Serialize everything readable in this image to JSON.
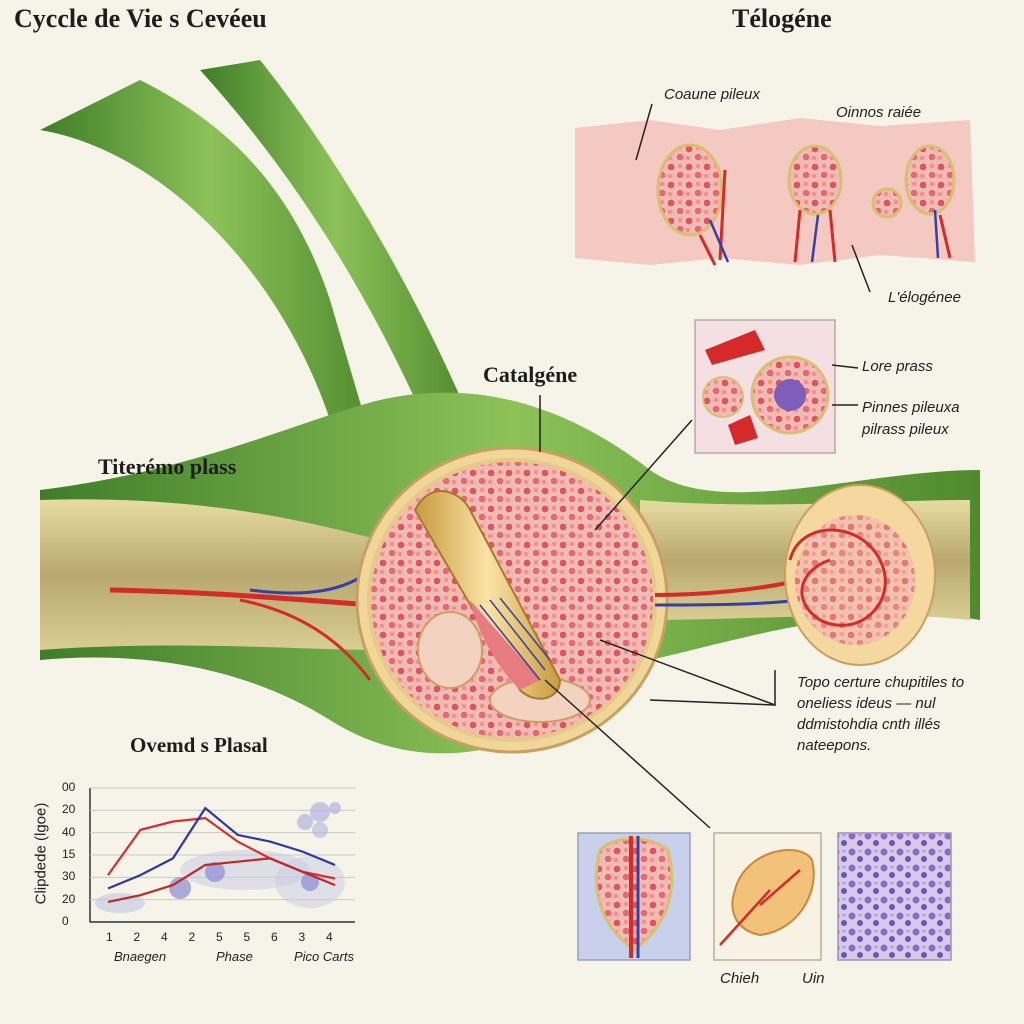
{
  "titles": {
    "main": "Cyccle de Vie s Cevéeu",
    "telogen": "Télogéne",
    "catagen": "Catalgéne",
    "anagen": "Titerémo plass",
    "graph": "Ovemd s Plasal"
  },
  "labels": {
    "couche": "Coaune pileux",
    "ohnos": "Oinnos raiée",
    "telogene": "L'élogénee",
    "lore": "Lore prass",
    "pionnes": "Pinnes pileuxa",
    "pilrass": "pilrass pileux",
    "note": "Topo certure chupitiles to oneliess ideus — nul ddmistohdia cnth illés nateepons.",
    "chieh": "Chieh",
    "uin": "Uin"
  },
  "chart_data": {
    "type": "line",
    "ylabel": "Clipdede (lgoe)",
    "y_ticks": [
      "00",
      "20",
      "40",
      "15",
      "30",
      "20",
      "0"
    ],
    "x_ticks": [
      "1",
      "2",
      "4",
      "2",
      "5",
      "5",
      "6",
      "3",
      "4"
    ],
    "x_captions": [
      "Bnaegen",
      "Phase",
      "Pico Carts"
    ],
    "series": [
      {
        "color": "#d13030",
        "values": [
          28,
          55,
          60,
          62,
          48,
          38,
          30,
          26
        ]
      },
      {
        "color": "#2a3aa0",
        "values": [
          20,
          28,
          38,
          68,
          52,
          48,
          42,
          34
        ]
      },
      {
        "color": "#c02828",
        "values": [
          12,
          16,
          22,
          34,
          36,
          38,
          30,
          22
        ]
      }
    ]
  },
  "colors": {
    "stem": "#6fa33e",
    "tissue": "#f4c9c2",
    "artery": "#d42a2a",
    "vein": "#3340a8",
    "follicle": "#e8d49a"
  }
}
